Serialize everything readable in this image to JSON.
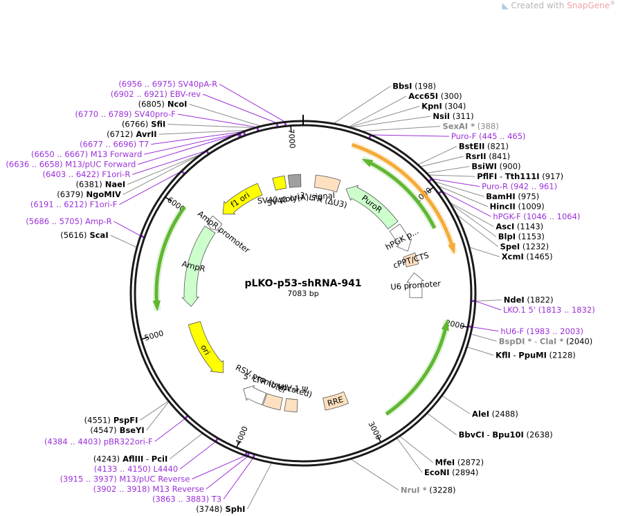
{
  "credit": {
    "prefix": "Created with ",
    "brand": "SnapGene",
    "mark": "®"
  },
  "plasmid": {
    "name": "pLKO-p53-shRNA-941",
    "size_label": "7083 bp",
    "length": 7083
  },
  "colors": {
    "enzyme": "#000000",
    "primer": "#9b30d9",
    "nonunique": "#8a8a8a",
    "backbone": "#1a1a1a",
    "ori": "#ffff00",
    "marker": "#ccffcc",
    "promoter": "#ffffff",
    "misc": "#ffe0c0",
    "lentiOrange": "#f5a830",
    "lentiGreen": "#5ab52a",
    "polyA": "#a0a0a0"
  },
  "ticks": [
    {
      "pos": 1000,
      "label": "1000"
    },
    {
      "pos": 2000,
      "label": "2000"
    },
    {
      "pos": 3000,
      "label": "3000"
    },
    {
      "pos": 4000,
      "label": "4000"
    },
    {
      "pos": 5000,
      "label": "5000"
    },
    {
      "pos": 6000,
      "label": "6000"
    },
    {
      "pos": 7000,
      "label": "7000"
    }
  ],
  "features": [
    {
      "name": "U6 promoter",
      "start": 1565,
      "end": 1815,
      "dir": -1,
      "kind": "promoter"
    },
    {
      "name": "cPPT/CTS",
      "start": 1380,
      "end": 1490,
      "dir": 0,
      "kind": "misc"
    },
    {
      "name": "hPGK p...",
      "start": 1070,
      "end": 1340,
      "dir": 1,
      "kind": "promoter"
    },
    {
      "name": "PuroR",
      "start": 440,
      "end": 1040,
      "dir": -1,
      "kind": "marker"
    },
    {
      "name": "3' LTR (ΔU3)",
      "start": 120,
      "end": 360,
      "dir": 0,
      "kind": "misc"
    },
    {
      "name": "SV40 poly(A) signal",
      "start": 6940,
      "end": 7060,
      "dir": 0,
      "kind": "polyA"
    },
    {
      "name": "SV40 ori",
      "start": 6790,
      "end": 6905,
      "dir": 0,
      "kind": "ori"
    },
    {
      "name": "f1 ori",
      "start": 6190,
      "end": 6640,
      "dir": -1,
      "kind": "ori"
    },
    {
      "name": "AmpR promoter",
      "start": 6000,
      "end": 6110,
      "dir": -1,
      "kind": "promoter"
    },
    {
      "name": "AmpR",
      "start": 5180,
      "end": 5990,
      "dir": -1,
      "kind": "marker"
    },
    {
      "name": "ori",
      "start": 4430,
      "end": 5010,
      "dir": -1,
      "kind": "ori"
    },
    {
      "name": "RSV promoter",
      "start": 3940,
      "end": 4170,
      "dir": 1,
      "kind": "promoter"
    },
    {
      "name": "5' LTR (truncated)",
      "start": 3760,
      "end": 3930,
      "dir": 0,
      "kind": "misc"
    },
    {
      "name": "HIV-1 Ψ",
      "start": 3600,
      "end": 3720,
      "dir": 0,
      "kind": "misc"
    },
    {
      "name": "RRE",
      "start": 3100,
      "end": 3330,
      "dir": 0,
      "kind": "misc"
    }
  ],
  "outer_arrows": [
    {
      "name": "lenti-insert-orange",
      "start": 360,
      "end": 1480,
      "dir": 1,
      "kind": "orange"
    },
    {
      "name": "lenti-insert-green-top",
      "start": 470,
      "end": 1250,
      "dir": -1,
      "kind": "green"
    },
    {
      "name": "lenti-insert-green-right",
      "start": 1980,
      "end": 2860,
      "dir": -1,
      "kind": "green"
    },
    {
      "name": "backbone-green-left",
      "start": 5180,
      "end": 6020,
      "dir": -1,
      "kind": "green"
    }
  ],
  "labels": [
    {
      "id": "bbsi",
      "pos": 198,
      "parts": [
        {
          "t": "BbsI",
          "c": "enz"
        },
        {
          "t": "  (198)",
          "c": "pos"
        }
      ]
    },
    {
      "id": "acc65i",
      "pos": 300,
      "parts": [
        {
          "t": "Acc65I",
          "c": "enz"
        },
        {
          "t": "  (300)",
          "c": "pos"
        }
      ]
    },
    {
      "id": "kpni",
      "pos": 304,
      "parts": [
        {
          "t": "KpnI",
          "c": "enz"
        },
        {
          "t": "  (304)",
          "c": "pos"
        }
      ]
    },
    {
      "id": "nsii",
      "pos": 311,
      "parts": [
        {
          "t": "NsiI",
          "c": "enz"
        },
        {
          "t": "  (311)",
          "c": "pos"
        }
      ]
    },
    {
      "id": "sexai",
      "pos": 388,
      "parts": [
        {
          "t": "SexAI *",
          "c": "greyb"
        },
        {
          "t": "  (388)",
          "c": "grey"
        }
      ]
    },
    {
      "id": "puro-f",
      "pos": 455,
      "parts": [
        {
          "t": "Puro-F",
          "c": "feat"
        },
        {
          "t": "  (445 .. 465)",
          "c": "feat"
        }
      ]
    },
    {
      "id": "bsteii",
      "pos": 821,
      "parts": [
        {
          "t": "BstEII",
          "c": "enz"
        },
        {
          "t": "  (821)",
          "c": "pos"
        }
      ]
    },
    {
      "id": "rsrii",
      "pos": 841,
      "parts": [
        {
          "t": "RsrII",
          "c": "enz"
        },
        {
          "t": "  (841)",
          "c": "pos"
        }
      ]
    },
    {
      "id": "bsiwi",
      "pos": 900,
      "parts": [
        {
          "t": "BsiWI",
          "c": "enz"
        },
        {
          "t": "  (900)",
          "c": "pos"
        }
      ]
    },
    {
      "id": "pflfi",
      "pos": 917,
      "parts": [
        {
          "t": "PflFI",
          "c": "enz"
        },
        {
          "t": " - ",
          "c": "pos"
        },
        {
          "t": "Tth111I",
          "c": "enz"
        },
        {
          "t": "  (917)",
          "c": "pos"
        }
      ]
    },
    {
      "id": "puro-r",
      "pos": 951,
      "parts": [
        {
          "t": "Puro-R",
          "c": "feat"
        },
        {
          "t": "  (942 .. 961)",
          "c": "feat"
        }
      ]
    },
    {
      "id": "bamhi",
      "pos": 975,
      "parts": [
        {
          "t": "BamHI",
          "c": "enz"
        },
        {
          "t": "  (975)",
          "c": "pos"
        }
      ]
    },
    {
      "id": "hincii",
      "pos": 1009,
      "parts": [
        {
          "t": "HincII",
          "c": "enz"
        },
        {
          "t": "  (1009)",
          "c": "pos"
        }
      ]
    },
    {
      "id": "hpgk-f",
      "pos": 1055,
      "parts": [
        {
          "t": "hPGK-F",
          "c": "feat"
        },
        {
          "t": "  (1046 .. 1064)",
          "c": "feat"
        }
      ]
    },
    {
      "id": "asci",
      "pos": 1143,
      "parts": [
        {
          "t": "AscI",
          "c": "enz"
        },
        {
          "t": "  (1143)",
          "c": "pos"
        }
      ]
    },
    {
      "id": "blpi",
      "pos": 1153,
      "parts": [
        {
          "t": "BlpI",
          "c": "enz"
        },
        {
          "t": "  (1153)",
          "c": "pos"
        }
      ]
    },
    {
      "id": "spei",
      "pos": 1232,
      "parts": [
        {
          "t": "SpeI",
          "c": "enz"
        },
        {
          "t": "  (1232)",
          "c": "pos"
        }
      ]
    },
    {
      "id": "xcmi",
      "pos": 1465,
      "parts": [
        {
          "t": "XcmI",
          "c": "enz"
        },
        {
          "t": "  (1465)",
          "c": "pos"
        }
      ]
    },
    {
      "id": "ndei",
      "pos": 1822,
      "parts": [
        {
          "t": "NdeI",
          "c": "enz"
        },
        {
          "t": "  (1822)",
          "c": "pos"
        }
      ]
    },
    {
      "id": "lko1",
      "pos": 1822,
      "parts": [
        {
          "t": "LKO.1 5'",
          "c": "feat"
        },
        {
          "t": "  (1813 .. 1832)",
          "c": "feat"
        }
      ]
    },
    {
      "id": "hu6-f",
      "pos": 1993,
      "parts": [
        {
          "t": "hU6-F",
          "c": "feat"
        },
        {
          "t": "  (1983 .. 2003)",
          "c": "feat"
        }
      ]
    },
    {
      "id": "bspdi",
      "pos": 2040,
      "parts": [
        {
          "t": "BspDI *",
          "c": "greyb"
        },
        {
          "t": " - ",
          "c": "grey"
        },
        {
          "t": "ClaI *",
          "c": "greyb"
        },
        {
          "t": "  (2040)",
          "c": "pos"
        }
      ]
    },
    {
      "id": "kflii",
      "pos": 2128,
      "parts": [
        {
          "t": "KflI",
          "c": "enz"
        },
        {
          "t": " - ",
          "c": "pos"
        },
        {
          "t": "PpuMI",
          "c": "enz"
        },
        {
          "t": "  (2128)",
          "c": "pos"
        }
      ]
    },
    {
      "id": "alei",
      "pos": 2488,
      "parts": [
        {
          "t": "AleI",
          "c": "enz"
        },
        {
          "t": "  (2488)",
          "c": "pos"
        }
      ]
    },
    {
      "id": "bbvci",
      "pos": 2638,
      "parts": [
        {
          "t": "BbvCI",
          "c": "enz"
        },
        {
          "t": " - ",
          "c": "pos"
        },
        {
          "t": "Bpu10I",
          "c": "enz"
        },
        {
          "t": "  (2638)",
          "c": "pos"
        }
      ]
    },
    {
      "id": "mfei",
      "pos": 2872,
      "parts": [
        {
          "t": "MfeI",
          "c": "enz"
        },
        {
          "t": "  (2872)",
          "c": "pos"
        }
      ]
    },
    {
      "id": "econi",
      "pos": 2894,
      "parts": [
        {
          "t": "EcoNI",
          "c": "enz"
        },
        {
          "t": "  (2894)",
          "c": "pos"
        }
      ]
    },
    {
      "id": "nrui",
      "pos": 3228,
      "parts": [
        {
          "t": "NruI *",
          "c": "greyb"
        },
        {
          "t": "  (3228)",
          "c": "pos"
        }
      ]
    },
    {
      "id": "sphi",
      "pos": 3748,
      "parts": [
        {
          "t": "(3748)",
          "c": "pos"
        },
        {
          "t": "  SphI",
          "c": "enz"
        }
      ]
    },
    {
      "id": "t3",
      "pos": 3873,
      "parts": [
        {
          "t": "(3863 .. 3883)",
          "c": "feat"
        },
        {
          "t": "  T3",
          "c": "feat"
        }
      ]
    },
    {
      "id": "m13rev",
      "pos": 3910,
      "parts": [
        {
          "t": "(3902 .. 3918)",
          "c": "feat"
        },
        {
          "t": "  M13 Reverse",
          "c": "feat"
        }
      ]
    },
    {
      "id": "m13puc-rev",
      "pos": 3926,
      "parts": [
        {
          "t": "(3915 .. 3937)",
          "c": "feat"
        },
        {
          "t": "  M13/pUC Reverse",
          "c": "feat"
        }
      ]
    },
    {
      "id": "l4440",
      "pos": 4141,
      "parts": [
        {
          "t": "(4133 .. 4150)",
          "c": "feat"
        },
        {
          "t": "  L4440",
          "c": "feat"
        }
      ]
    },
    {
      "id": "aflIII",
      "pos": 4243,
      "parts": [
        {
          "t": "(4243)",
          "c": "pos"
        },
        {
          "t": "  AflIII",
          "c": "enz"
        },
        {
          "t": " - ",
          "c": "pos"
        },
        {
          "t": "PciI",
          "c": "enz"
        }
      ]
    },
    {
      "id": "pbr322",
      "pos": 4393,
      "parts": [
        {
          "t": "(4384 .. 4403)",
          "c": "feat"
        },
        {
          "t": "  pBR322ori-F",
          "c": "feat"
        }
      ]
    },
    {
      "id": "bseyi",
      "pos": 4547,
      "parts": [
        {
          "t": "(4547)",
          "c": "pos"
        },
        {
          "t": "  BseYI",
          "c": "enz"
        }
      ]
    },
    {
      "id": "pspfi",
      "pos": 4551,
      "parts": [
        {
          "t": "(4551)",
          "c": "pos"
        },
        {
          "t": "  PspFI",
          "c": "enz"
        }
      ]
    },
    {
      "id": "scai",
      "pos": 5616,
      "parts": [
        {
          "t": "(5616)",
          "c": "pos"
        },
        {
          "t": "  ScaI",
          "c": "enz"
        }
      ]
    },
    {
      "id": "amp-r",
      "pos": 5695,
      "parts": [
        {
          "t": "(5686 .. 5705)",
          "c": "feat"
        },
        {
          "t": "  Amp-R",
          "c": "feat"
        }
      ]
    },
    {
      "id": "f1ori-f",
      "pos": 6201,
      "parts": [
        {
          "t": "(6191 .. 6212)",
          "c": "feat"
        },
        {
          "t": "  F1ori-F",
          "c": "feat"
        }
      ]
    },
    {
      "id": "ngomiv",
      "pos": 6379,
      "parts": [
        {
          "t": "(6379)",
          "c": "pos"
        },
        {
          "t": "  NgoMIV",
          "c": "enz"
        }
      ]
    },
    {
      "id": "naei",
      "pos": 6381,
      "parts": [
        {
          "t": "(6381)",
          "c": "pos"
        },
        {
          "t": "  NaeI",
          "c": "enz"
        }
      ]
    },
    {
      "id": "f1ori-r",
      "pos": 6412,
      "parts": [
        {
          "t": "(6403 .. 6422)",
          "c": "feat"
        },
        {
          "t": "  F1ori-R",
          "c": "feat"
        }
      ]
    },
    {
      "id": "m13puc-fwd",
      "pos": 6647,
      "parts": [
        {
          "t": "(6636 .. 6658)",
          "c": "feat"
        },
        {
          "t": "  M13/pUC Forward",
          "c": "feat"
        }
      ]
    },
    {
      "id": "m13fwd",
      "pos": 6658,
      "parts": [
        {
          "t": "(6650 .. 6667)",
          "c": "feat"
        },
        {
          "t": "  M13 Forward",
          "c": "feat"
        }
      ]
    },
    {
      "id": "t7",
      "pos": 6686,
      "parts": [
        {
          "t": "(6677 .. 6696)",
          "c": "feat"
        },
        {
          "t": "  T7",
          "c": "feat"
        }
      ]
    },
    {
      "id": "avrii",
      "pos": 6712,
      "parts": [
        {
          "t": "(6712)",
          "c": "pos"
        },
        {
          "t": "  AvrII",
          "c": "enz"
        }
      ]
    },
    {
      "id": "sfii",
      "pos": 6766,
      "parts": [
        {
          "t": "(6766)",
          "c": "pos"
        },
        {
          "t": "  SfiI",
          "c": "enz"
        }
      ]
    },
    {
      "id": "sv40pro-f",
      "pos": 6779,
      "parts": [
        {
          "t": "(6770 .. 6789)",
          "c": "feat"
        },
        {
          "t": "  SV40pro-F",
          "c": "feat"
        }
      ]
    },
    {
      "id": "ncoi",
      "pos": 6805,
      "parts": [
        {
          "t": "(6805)",
          "c": "pos"
        },
        {
          "t": "  NcoI",
          "c": "enz"
        }
      ]
    },
    {
      "id": "ebv-rev",
      "pos": 6911,
      "parts": [
        {
          "t": "(6902 .. 6921)",
          "c": "feat"
        },
        {
          "t": "  EBV-rev",
          "c": "feat"
        }
      ]
    },
    {
      "id": "sv40pa-r",
      "pos": 6965,
      "parts": [
        {
          "t": "(6956 .. 6975)",
          "c": "feat"
        },
        {
          "t": "  SV40pA-R",
          "c": "feat"
        }
      ]
    }
  ]
}
